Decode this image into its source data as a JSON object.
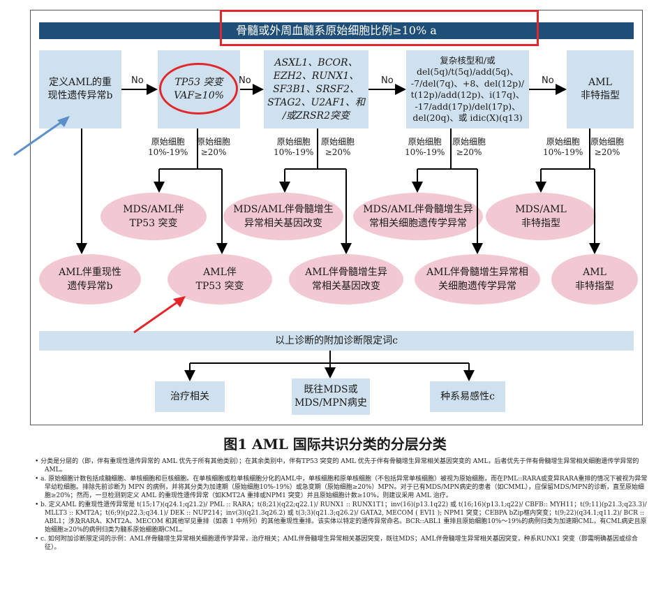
{
  "banner_top": "骨髓或外周血髓系原始细胞比例≥10% a",
  "no": "No",
  "decision_boxes": [
    "定义AML的重\n现性遗传异常b",
    "TP53 突变\nVAF≥10%",
    "ASXL1、BCOR、\nEZH2、RUNX1、\nSF3B1、SRSF2、\nSTAG2、U2AF1、和\n/或ZRSR2突变",
    "复杂核型和/或\ndel(5q)/t(5q)/add(5q)、\n-7/del(7q)、+8、del(12p)/\nt(12p)/add(12p)、i(17q)、\n-17/add(17p)/del(17p)、\ndel(20q)、或 idic(X)(q13)",
    "AML\n非特指型"
  ],
  "blast_low": "原始细胞\n10%-19%",
  "blast_high": "原始细胞\n≥20%",
  "mds_ellipses": [
    "MDS/AML伴\nTP53 突变",
    "MDS/AML伴骨髓增生\n异常相关基因改变",
    "MDS/AML伴骨髓增生异\n常相关细胞遗传学异常",
    "MDS/AML\n非特指型"
  ],
  "aml_ellipses": [
    "AML伴重现性\n遗传异常b",
    "AML伴\nTP53 突变",
    "AML伴骨髓增生异\n常相关基因改变",
    "AML伴骨髓增生异常相\n关细胞遗传学异常",
    "AML\n非特指型"
  ],
  "banner_bottom": "以上诊断的附加诊断限定词c",
  "qualifiers": [
    "治疗相关",
    "既往MDS或\nMDS/MPN病史",
    "种系易感性c"
  ],
  "figure_title": "图1 AML 国际共识分类的分层分类",
  "notes": [
    "•  分类是分层的（即，伴有重现性遗传异常的 AML 优先于所有其他类别）；在其余类别中，伴有TP53 突变的 AML 优先于伴有骨髓增生异常相关基因突变的 AML，后者优先于伴有骨髓增生异常相关细胞遗传学异常的 AML。",
    "•  a. 原始细胞计数包括成髓细胞、单核细胞和巨核细胞。在单核细胞或粒单核细胞分化的AML中，单核细胞和原单核细胞（不包括异常单核细胞）被视为原始细胞，而在PML::RARA或变异RARA重排的情况下被视为异常早幼粒细胞。排除先前诊断为 MPN 的病例，并将其分类为加速期（原始细胞10%-19%）或急变期（原始细胞≥20%）MPN。对于已有MDS/MPN病史的患者（如CMML），应保留MDS/MPN的诊断，直至原始细胞≥20%；然而，一旦检测到定义 AML 的重现性遗传异常（如KMT2A 重排或NPM1 突变）并且原始细胞计数≥10%，则建议采用 AML 治疗。",
    "•  b. 定义AML 的重现性遗传异常是 t(15;17)(q24.1;q21.2)/ PML :: RARA；t(8;21)(q22;q22.1)/ RUNX1 :: RUNX1T1；inv(16)(p13.1q22) 或 t(16;16)(p13.1;q22)/ CBFB:: MYH11；t(9;11)(p21.3;q23.3)/ MLLT3 :: KMT2A；t(6;9)(p22.3;q34.1)/ DEK :: NUP214；inv(3)(q21.3q26.2) 或 t(3;3)(q21.3;q26.2)/ GATA2, MECOM ( EVI1 ); NPM1 突变；CEBPA bZip框内突变；t(9;22)(q34.1;q11.2)/ BCR :: ABL1；涉及RARA、KMT2A、MECOM 和其他罕见重排（如表 1 中所列）的其他重现性重排。该实体以特定的遗传异常命名。BCR::ABL1 重排且原始细胞10%～19%的病例归类为加速期CML，有CML病史且原始细胞≥20%的病例归类为髓系原始细胞期CML。",
    "•  c. 如何附加诊断限定词的示例：AML伴骨髓增生异常相关细胞遗传学异常，治疗相关；AML伴骨髓增生异常相关基因突变，既往MDS；AML伴骨髓增生异常相关基因突变，种系RUNX1 突变（即需明确基因或综合征）。"
  ],
  "colors": {
    "banner": "#1f4e78",
    "box": "#cfe0ee",
    "ellipse": "#f2c9d3",
    "annotation_red": "#e2262a",
    "annotation_blue": "#5b8fc8"
  }
}
